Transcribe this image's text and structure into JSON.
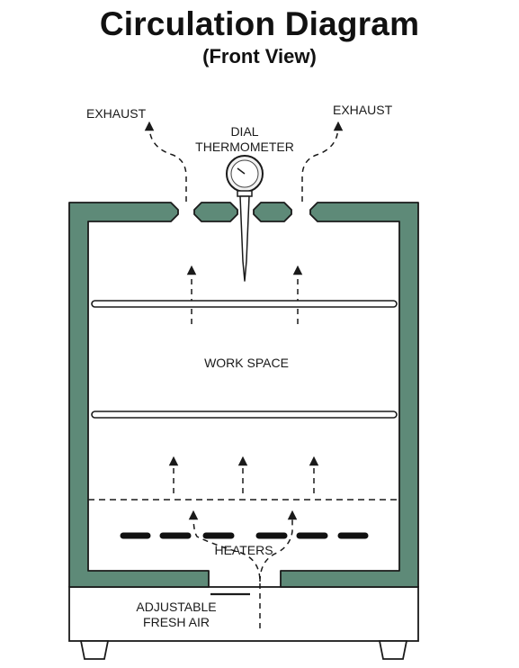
{
  "title": "Circulation Diagram",
  "subtitle": "(Front View)",
  "labels": {
    "exhaust_left": "EXHAUST",
    "exhaust_right": "EXHAUST",
    "dial_line1": "DIAL",
    "dial_line2": "THERMOMETER",
    "work_space": "WORK SPACE",
    "heaters": "HEATERS",
    "fresh_air_line1": "ADJUSTABLE",
    "fresh_air_line2": "FRESH AIR"
  },
  "colors": {
    "wall_fill": "#5e8a78",
    "stroke": "#1a1a1a",
    "background": "#ffffff"
  }
}
